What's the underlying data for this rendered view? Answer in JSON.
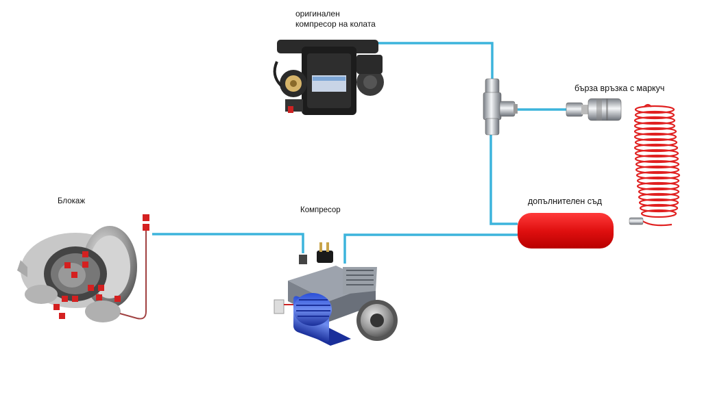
{
  "labels": {
    "original_compressor_line1": "оригинален",
    "original_compressor_line2": "компресор на колата",
    "quick_connect": "бърза връзка с маркуч",
    "locker": "Блокаж",
    "compressor": "Компресор",
    "extra_tank": "допълнителен съд"
  },
  "colors": {
    "pipe": "#3cb4dc",
    "tank": "#e01010",
    "hose": "#e02020",
    "background": "#ffffff"
  },
  "icons": {
    "original_compressor": "car-air-compressor-icon",
    "tee_fitting": "tee-fitting-icon",
    "quick_coupler": "quick-coupler-icon",
    "coiled_hose": "coiled-hose-icon",
    "locker": "differential-locker-icon",
    "compressor": "air-compressor-icon",
    "tank": "air-tank-icon"
  }
}
